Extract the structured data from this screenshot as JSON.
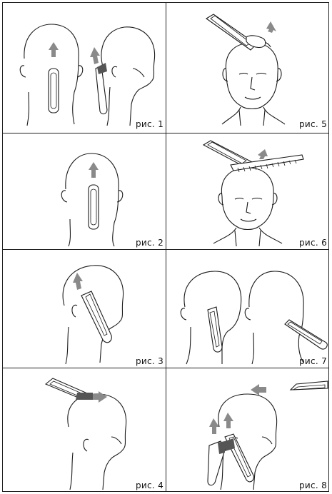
{
  "figures": [
    {
      "label": "рис. 1"
    },
    {
      "label": "рис. 2"
    },
    {
      "label": "рис. 3"
    },
    {
      "label": "рис. 4"
    },
    {
      "label": "рис. 5"
    },
    {
      "label": "рис. 6"
    },
    {
      "label": "рис. 7"
    },
    {
      "label": "рис. 8"
    }
  ],
  "colors": {
    "line": "#1a1a1a",
    "arrow": "#8a8a8a",
    "band": "#555555"
  }
}
